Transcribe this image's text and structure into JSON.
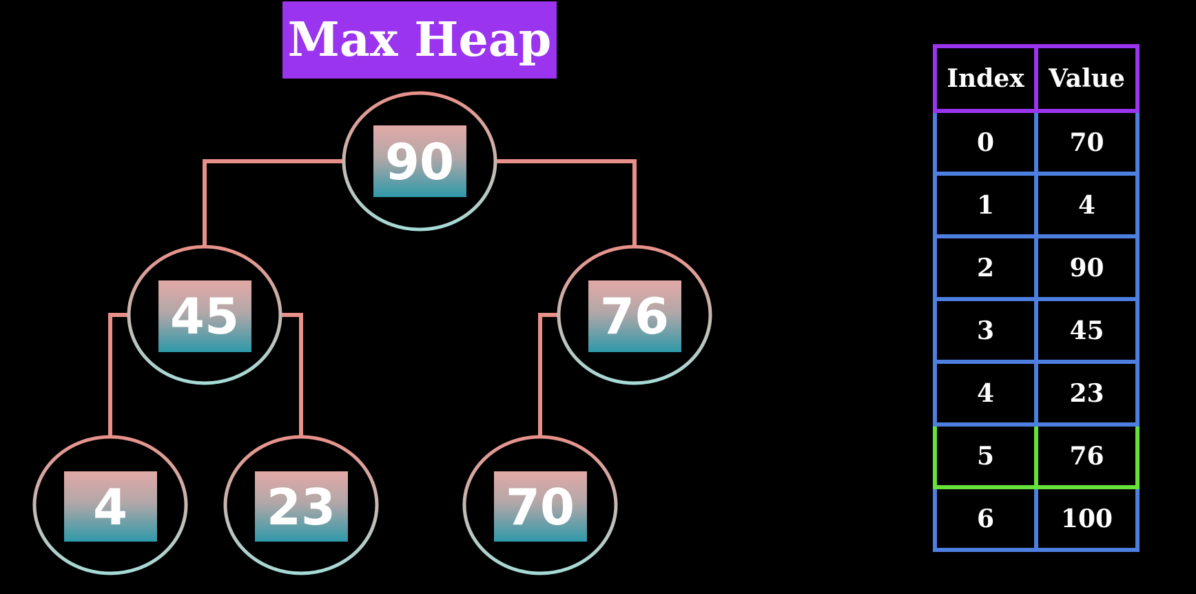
{
  "title": "Max Heap",
  "colors": {
    "title_bg": "#9a34ef",
    "edge": "#e8918a",
    "circle_top": "#e8918a",
    "circle_bottom": "#a6dbd6",
    "box_top": "#e2a9a6",
    "box_bottom": "#2e99a9",
    "table_border": "#4d7fe0",
    "header_border": "#9a34ef",
    "highlight_border": "#66e33a"
  },
  "tree": {
    "nodes": [
      {
        "id": "root",
        "value": "90"
      },
      {
        "id": "left",
        "value": "45"
      },
      {
        "id": "right",
        "value": "76"
      },
      {
        "id": "left-left",
        "value": "4"
      },
      {
        "id": "left-right",
        "value": "23"
      },
      {
        "id": "right-left",
        "value": "70"
      }
    ]
  },
  "table": {
    "headers": [
      "Index",
      "Value"
    ],
    "rows": [
      {
        "index": "0",
        "value": "70"
      },
      {
        "index": "1",
        "value": "4"
      },
      {
        "index": "2",
        "value": "90"
      },
      {
        "index": "3",
        "value": "45"
      },
      {
        "index": "4",
        "value": "23"
      },
      {
        "index": "5",
        "value": "76",
        "highlighted": true
      },
      {
        "index": "6",
        "value": "100"
      }
    ]
  }
}
